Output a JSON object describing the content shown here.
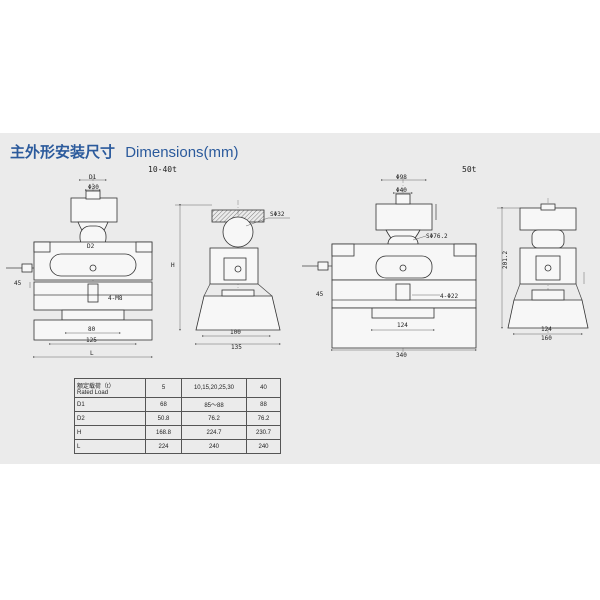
{
  "title": {
    "zh": "主外形安装尺寸",
    "en": "Dimensions(mm)"
  },
  "left_caption": "10-40t",
  "right_caption": "50t",
  "left_labels": {
    "d1": "D1",
    "d30": "Φ30",
    "d2": "D2",
    "l45": "45",
    "m8": "4-M8",
    "w80": "80",
    "w125": "125",
    "L": "L",
    "H": "H",
    "s": "SΦ32",
    "w100": "100",
    "w135": "135"
  },
  "right_labels": {
    "d98": "Φ98",
    "d40": "Φ40",
    "s": "SΦ76.2",
    "d22": "4-Φ22",
    "l45": "45",
    "w124": "124",
    "w340": "340",
    "h": "201.2",
    "w123": "124",
    "w160": "160"
  },
  "spec_table": {
    "header": [
      "额定载荷（t）\nRated Load",
      "5",
      "10,15,20,25,30",
      "40"
    ],
    "rows": [
      [
        "D1",
        "68",
        "85～88",
        "88"
      ],
      [
        "D2",
        "50.8",
        "76.2",
        "76.2"
      ],
      [
        "H",
        "168.8",
        "224.7",
        "230.7"
      ],
      [
        "L",
        "224",
        "240",
        "240"
      ]
    ]
  }
}
